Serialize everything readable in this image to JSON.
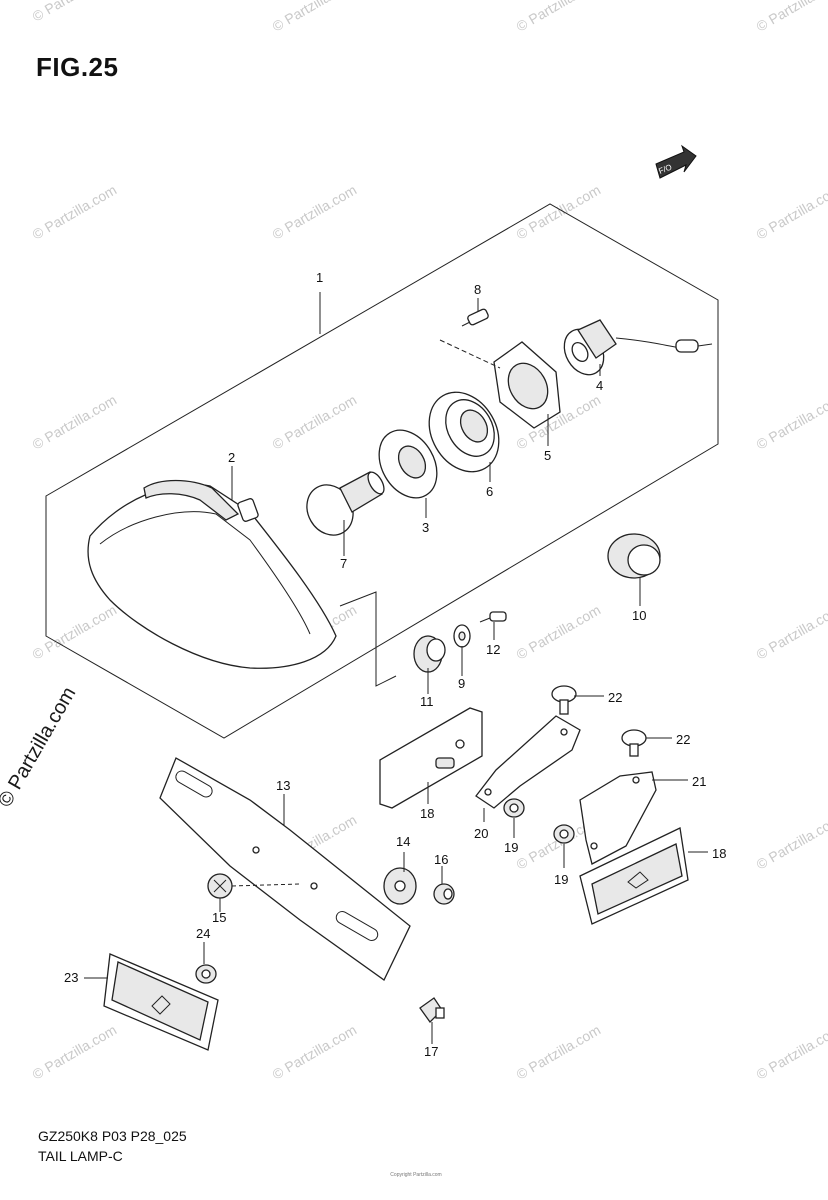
{
  "figure": {
    "title": "FIG.25",
    "code": "GZ250K8 P03 P28_025",
    "subtitle": "TAIL LAMP-C",
    "side_watermark": "© Partzilla.com",
    "watermark": "© Partzilla.com",
    "direction_badge": "F/O",
    "copyright": "Copyright Partzilla.com"
  },
  "callouts": {
    "c1": "1",
    "c2": "2",
    "c3": "3",
    "c4": "4",
    "c5": "5",
    "c6": "6",
    "c7": "7",
    "c8": "8",
    "c9": "9",
    "c10": "10",
    "c11": "11",
    "c12": "12",
    "c13": "13",
    "c14": "14",
    "c15": "15",
    "c16": "16",
    "c17": "17",
    "c18a": "18",
    "c18b": "18",
    "c19a": "19",
    "c19b": "19",
    "c20": "20",
    "c21": "21",
    "c22a": "22",
    "c22b": "22",
    "c23": "23",
    "c24": "24"
  }
}
